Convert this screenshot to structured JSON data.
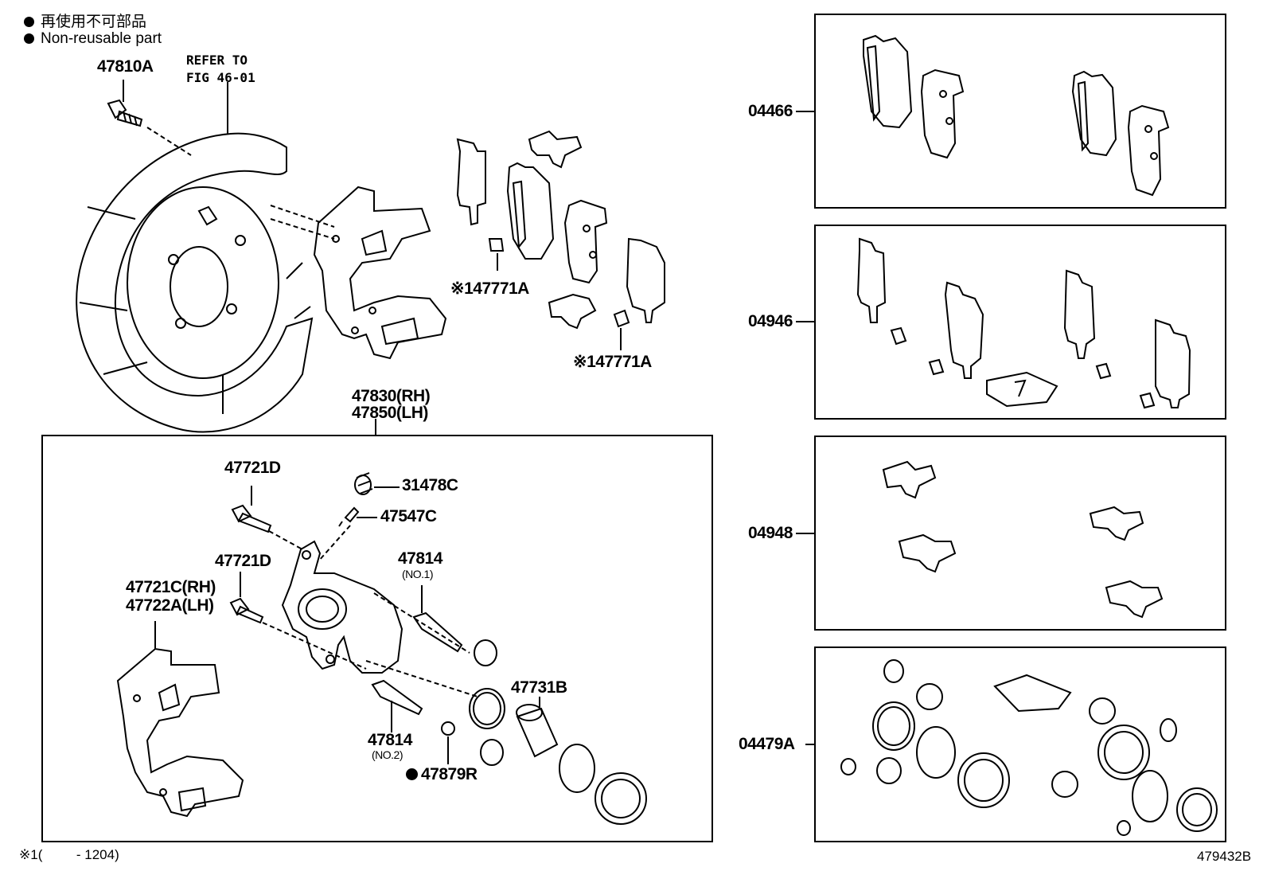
{
  "legend": {
    "jp": "再使用不可部品",
    "en": "Non-reusable part"
  },
  "refer": {
    "line1": "REFER TO",
    "line2": "FIG 46-01"
  },
  "labels": {
    "p47810A": "47810A",
    "p47771A_top": "※147771A",
    "p47771A_right": "※147771A",
    "p47830": "47830(RH)",
    "p47850": "47850(LH)",
    "p47721D_a": "47721D",
    "p47721D_b": "47721D",
    "p31478C": "31478C",
    "p47547C": "47547C",
    "p47814_1": "47814",
    "p47814_1_sub": "(NO.1)",
    "p47721C": "47721C(RH)",
    "p47722A": "47722A(LH)",
    "p47731B": "47731B",
    "p47814_2": "47814",
    "p47814_2_sub": "(NO.2)",
    "p47879R": "47879R"
  },
  "kits": {
    "k04466": "04466",
    "k04946": "04946",
    "k04948": "04948",
    "k04479A": "04479A"
  },
  "footer": {
    "note": "※1(         - 1204)",
    "fig": "479432B"
  }
}
